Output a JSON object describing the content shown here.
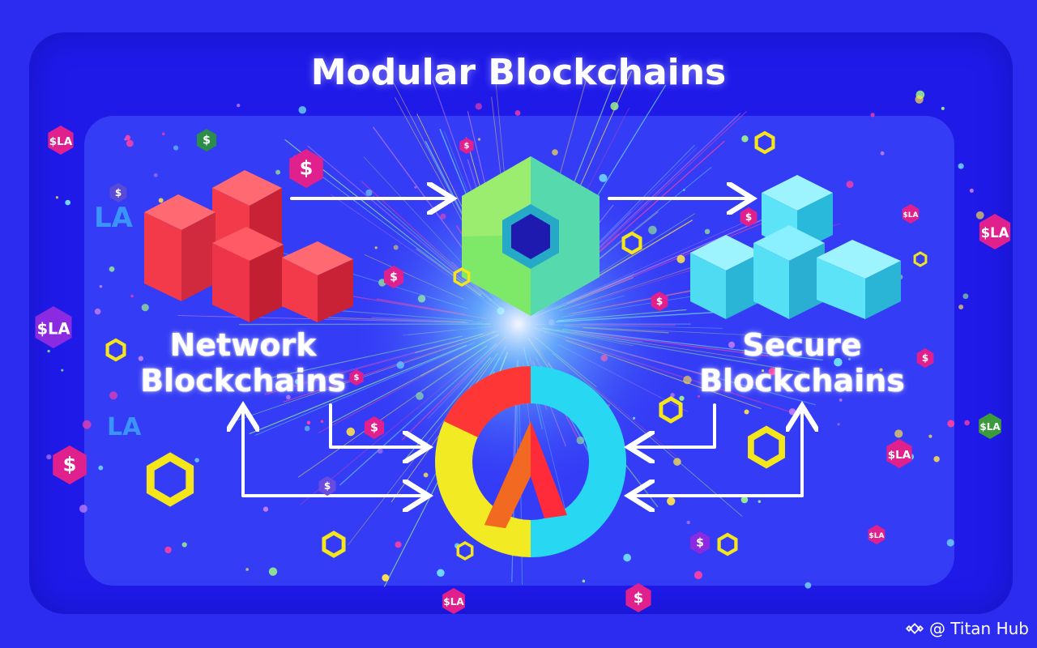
{
  "title": "Modular Blockchains",
  "labels": {
    "left": [
      "Network",
      "Blockchains"
    ],
    "right": [
      "Secure",
      "Blockchains"
    ]
  },
  "tokens": {
    "dollar": "$",
    "sla": "$LA",
    "la": "LA"
  },
  "watermark": "@ Titan Hub",
  "colors": {
    "background": "#2b2cf0",
    "panel": "#1f1ae8",
    "red_block": "#f23a4a",
    "green_hex": "#7ee868",
    "cyan_block": "#2fd8f0",
    "logo_red": "#ff3030",
    "logo_yellow": "#f2ea22",
    "logo_cyan": "#28d8f2",
    "token_magenta": "#e0208c",
    "token_purple": "#8a2be2",
    "accent_yellow": "#f5e61c"
  },
  "icons": [
    "red-cube-stack-icon",
    "green-hexagon-icon",
    "cyan-cube-stack-icon",
    "central-logo-icon",
    "arrow-icon",
    "dollar-token-icon",
    "sla-token-icon",
    "binance-logo-icon"
  ]
}
